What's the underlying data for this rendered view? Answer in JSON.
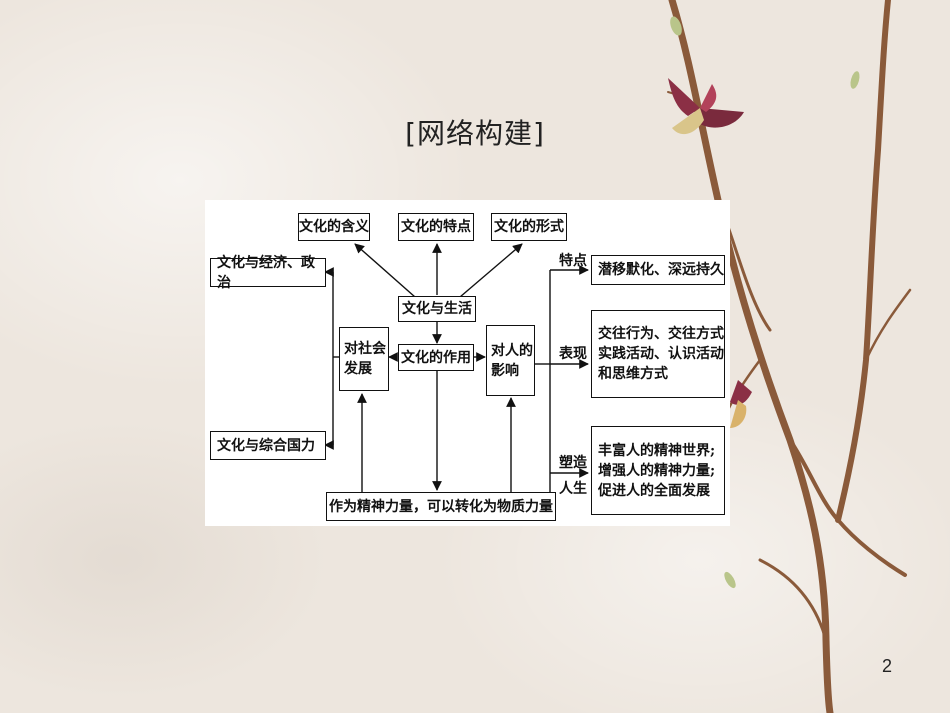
{
  "slide": {
    "title": "[网络构建]",
    "page_number": "2"
  },
  "diagram": {
    "top_boxes": {
      "meaning": "文化的含义",
      "features": "文化的特点",
      "forms": "文化的形式"
    },
    "center": {
      "life": "文化与生活",
      "function": "文化的作用"
    },
    "left": {
      "economy_politics": "文化与经济、政治",
      "society_line1": "对社会",
      "society_line2": "发展",
      "national_power": "文化与综合国力"
    },
    "right": {
      "person_line1": "对人的",
      "person_line2": "影响",
      "label_trait": "特点",
      "label_show": "表现",
      "label_shape_line1": "塑造",
      "label_shape_line2": "人生",
      "trait_box": "潜移默化、深远持久",
      "show_box": [
        "交往行为、交往方式",
        "实践活动、认识活动",
        "和思维方式"
      ],
      "shape_box": [
        "丰富人的精神世界;",
        "增强人的精神力量;",
        "促进人的全面发展"
      ]
    },
    "bottom": {
      "material": "作为精神力量，可以转化为物质力量"
    }
  }
}
